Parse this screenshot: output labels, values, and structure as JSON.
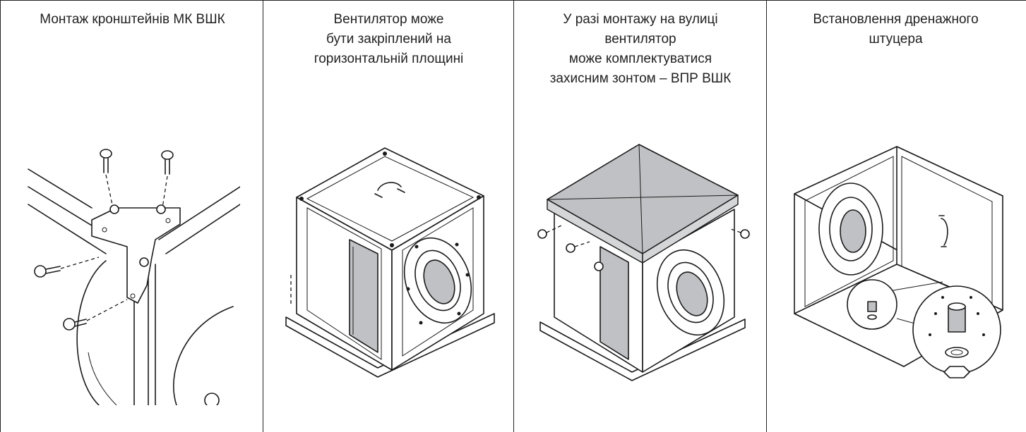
{
  "panels": [
    {
      "caption": "Монтаж кронштейнів МК ВШК",
      "illustration": "bracket-mounting"
    },
    {
      "caption": "Вентилятор може\nбути закріплений на\nгоризонтальній площині",
      "illustration": "fan-on-horizontal-surface"
    },
    {
      "caption": "У разі монтажу на вулиці\nвентилятор\nможе комплектуватися\nзахисним зонтом – ВПР ВШК",
      "illustration": "fan-with-protective-roof"
    },
    {
      "caption": "Встановлення дренажного\nштуцера",
      "illustration": "drain-fitting-installation"
    }
  ],
  "colors": {
    "border": "#222222",
    "roof": "#bfc1c4",
    "line": "#1a1a1a",
    "background": "#ffffff"
  }
}
